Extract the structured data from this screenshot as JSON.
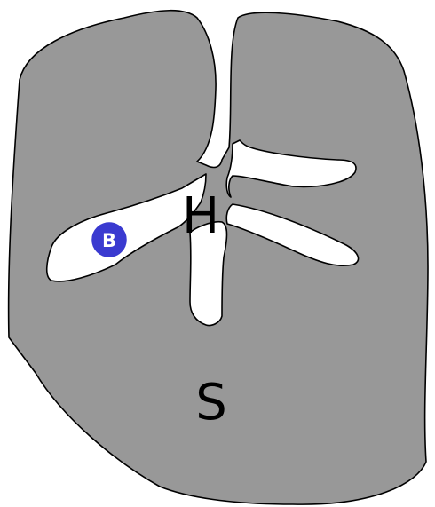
{
  "labels": {
    "top": "H",
    "bottom": "S",
    "marker": "B"
  },
  "colors": {
    "region_fill": "#989898",
    "outline": "#000000",
    "background": "#ffffff",
    "marker_fill": "#3a3ad0",
    "marker_ring": "#ffffff",
    "marker_text": "#ffffff"
  }
}
